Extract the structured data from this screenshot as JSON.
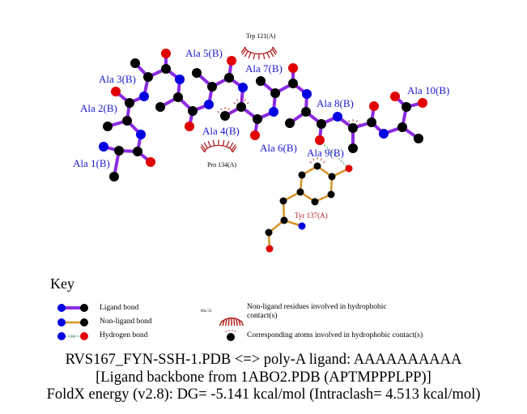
{
  "residue_labels": {
    "ala1": "Ala 1(B)",
    "ala2": "Ala 2(B)",
    "ala3": "Ala 3(B)",
    "ala4": "Ala 4(B)",
    "ala5": "Ala 5(B)",
    "ala6": "Ala 6(B)",
    "ala7": "Ala 7(B)",
    "ala8": "Ala 8(B)",
    "ala9": "Ala 9(B)",
    "ala10": "Ala 10(B)"
  },
  "contact_residues": {
    "trp": "Trp 121(A)",
    "pro": "Pro 134(A)",
    "tyr": "Tyr 137(A)"
  },
  "key": {
    "title": "Key",
    "ligand_bond": "Ligand bond",
    "nonligand_bond": "Non-ligand bond",
    "hydrogen_bond": "Hydrogen bond",
    "hbond_distance": "3.0",
    "sample_residue": "His 53",
    "hydrophobic_residues": "Non-ligand residues involved in hydrophobic contact(s)",
    "hydrophobic_atoms": "Corresponding atoms involved in hydrophobic contact(s)"
  },
  "footer": {
    "line1": "RVS167_FYN-SSH-1.PDB <=> poly-A ligand: AAAAAAAAAA",
    "line2": "[Ligand backbone from 1ABO2.PDB (APTMPPPLPP)]",
    "line3": "FoldX energy (v2.8): DG= -5.141 kcal/mol (Intraclash= 4.513 kcal/mol)"
  },
  "colors": {
    "ligand_bond": "#8a2be2",
    "nonligand_bond": "#d4922a",
    "carbon": "#000000",
    "nitrogen": "#0000e0",
    "oxygen": "#e00000",
    "hbond": "#2e8b57",
    "hydrophobic": "#b22222",
    "ligand_label": "#1a1acd",
    "residue_label": "#b22222"
  }
}
